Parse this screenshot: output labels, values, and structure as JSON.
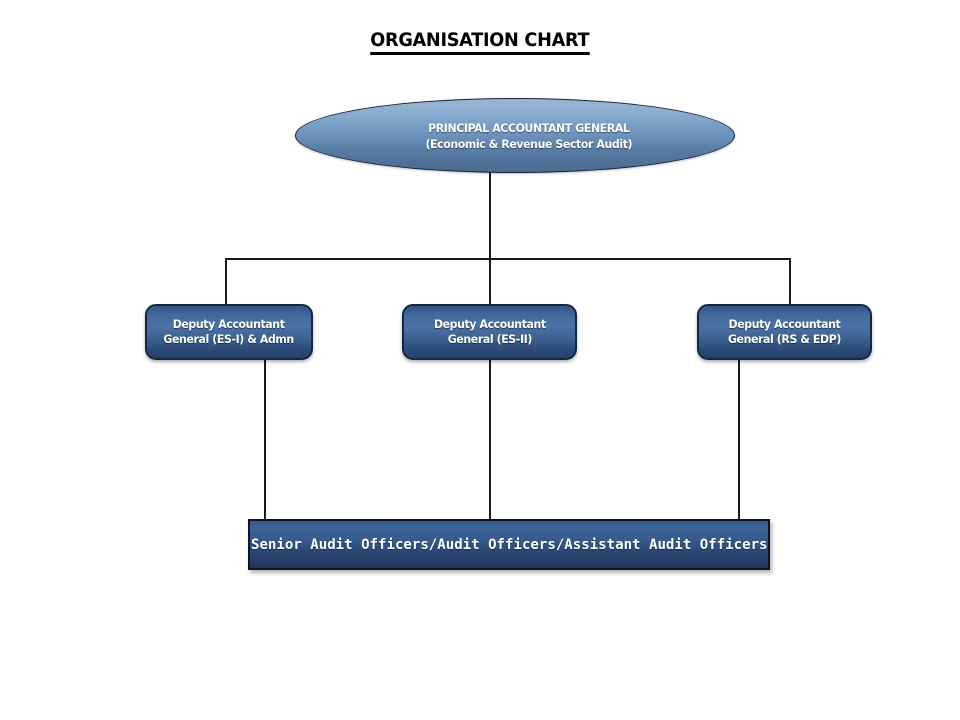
{
  "page": {
    "title": "ORGANISATION CHART",
    "background_color": "#ffffff"
  },
  "colors": {
    "node_border": "#17233d",
    "box_border": "#152744",
    "bar_border": "#0d1426",
    "node_fill_top": "#9ab4d4",
    "node_fill_bottom": "#4b6b8f",
    "box_fill_top": "#4b73a6",
    "box_fill_bottom": "#22406a",
    "bar_fill_top": "#3d6499",
    "bar_fill_bottom": "#1d3558",
    "text_color": "#ffffff",
    "connector_color": "#1a1a1a",
    "title_color": "#000000"
  },
  "chart_data": {
    "type": "diagram",
    "subtype": "organisation-chart",
    "title": "ORGANISATION CHART",
    "nodes": [
      {
        "id": "pag",
        "shape": "ellipse",
        "level": 0,
        "line1": "PRINCIPAL ACCOUNTANT GENERAL",
        "line2": "(Economic & Revenue Sector Audit)"
      },
      {
        "id": "dag-es1",
        "shape": "rounded-rect",
        "level": 1,
        "line1": "Deputy Accountant",
        "line2": "General (ES-I) & Admn"
      },
      {
        "id": "dag-es2",
        "shape": "rounded-rect",
        "level": 1,
        "line1": "Deputy Accountant",
        "line2": "General (ES-II)"
      },
      {
        "id": "dag-rsedp",
        "shape": "rounded-rect",
        "level": 1,
        "line1": "Deputy Accountant",
        "line2": "General (RS & EDP)"
      },
      {
        "id": "audit-officers",
        "shape": "rect",
        "level": 2,
        "line1": "Senior Audit Officers/Audit Officers/Assistant Audit Officers"
      }
    ],
    "edges": [
      {
        "from": "pag",
        "to": "dag-es1"
      },
      {
        "from": "pag",
        "to": "dag-es2"
      },
      {
        "from": "pag",
        "to": "dag-rsedp"
      },
      {
        "from": "dag-es1",
        "to": "audit-officers"
      },
      {
        "from": "dag-es2",
        "to": "audit-officers"
      },
      {
        "from": "dag-rsedp",
        "to": "audit-officers"
      }
    ]
  }
}
